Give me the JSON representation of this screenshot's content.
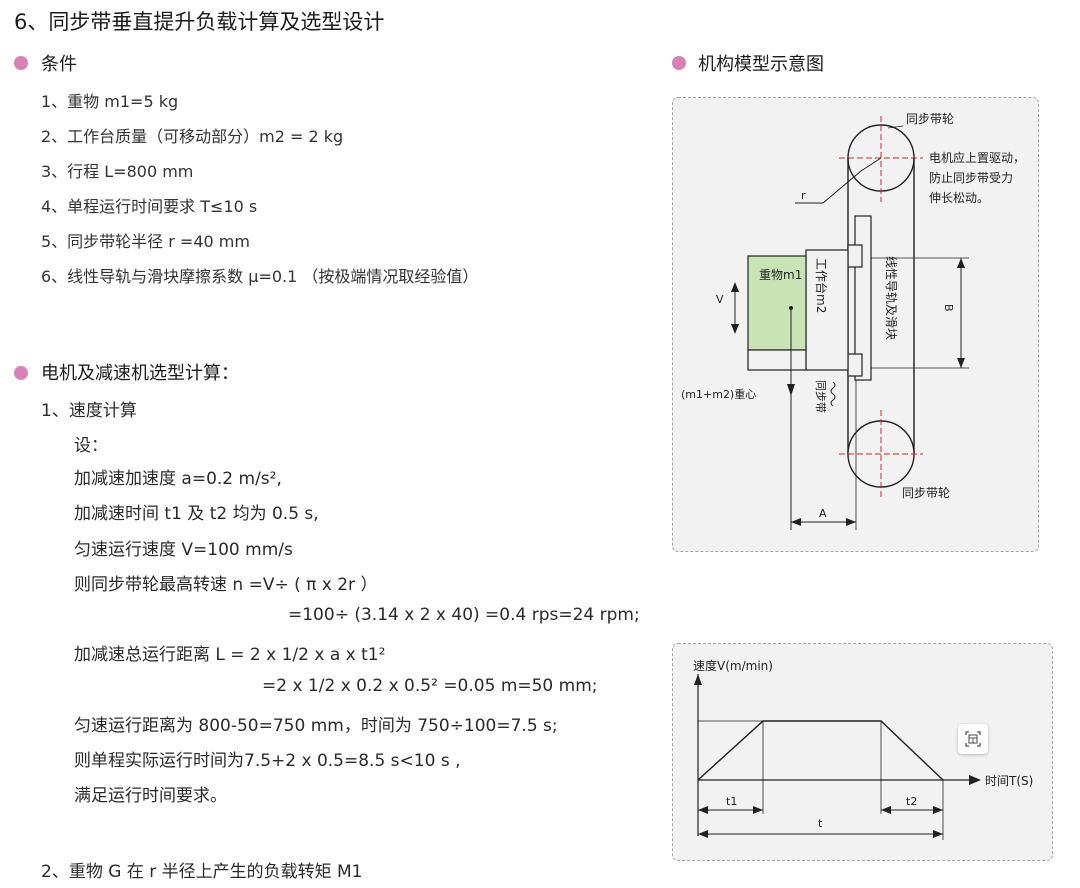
{
  "title": "6、同步带垂直提升负载计算及选型设计",
  "conditions": {
    "heading": "条件",
    "items": [
      "1、重物 m1=5 kg",
      "2、工作台质量（可移动部分）m2 = 2 kg",
      "3、行程 L=800 mm",
      "4、单程运行时间要求 T≤10 s",
      "5、同步带轮半径 r =40 mm",
      "6、线性导轨与滑块摩擦系数 μ=0.1 （按极端情况取经验值）"
    ]
  },
  "motor": {
    "heading": "电机及减速机选型计算：",
    "sub1": "1、速度计算",
    "lines": [
      "设：",
      "加减速加速度 a=0.2 m/s²,",
      "加减速时间 t1 及 t2 均为 0.5 s,",
      "匀速运行速度 V=100 mm/s",
      "则同步带轮最高转速 n =V÷ ( π x 2r ）",
      "=100÷ (3.14 x 2 x 40) =0.4 rps=24 rpm;",
      "加减速总运行距离 L = 2 x 1/2 x a x t1²",
      "=2 x 1/2 x 0.2 x 0.5² =0.05 m=50 mm;",
      "匀速运行距离为 800-50=750 mm，时间为 750÷100=7.5 s;",
      "则单程实际运行时间为7.5+2 x 0.5=8.5 s<10 s ,",
      "满足运行时间要求。"
    ],
    "sub2": "2、重物 G 在 r 半径上产生的负载转矩 M1"
  },
  "diagram": {
    "heading": "机构模型示意图",
    "labels": {
      "pulley_top": "同步带轮",
      "pulley_bottom": "同步带轮",
      "note1": "电机应上置驱动，",
      "note2": "防止同步带受力",
      "note3": "伸长松动。",
      "r": "r",
      "weight": "重物m1",
      "table": "工作台m2",
      "rail": "线性导轨及滑块",
      "belt": "同步带",
      "v": "V",
      "b": "B",
      "a": "A",
      "cog": "(m1+m2)重心"
    }
  },
  "speed_chart": {
    "ylabel": "速度V(m/min)",
    "xlabel": "时间T(S)",
    "t1": "t1",
    "t2": "t2",
    "t": "t"
  }
}
